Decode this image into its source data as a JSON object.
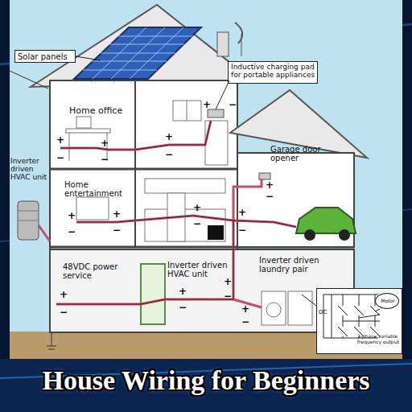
{
  "diagram": {
    "title": "House Wiring for Beginners",
    "nodes": [
      {
        "text": [
          "Solar panels"
        ]
      },
      {
        "text": [
          "Inductive charging pad for portable appliances"
        ]
      },
      {
        "text": [
          "DC",
          "3-phase variable frequency output"
        ]
      },
      {
        "text": [
          "Motor"
        ],
        "in": 2
      }
    ],
    "labels": [
      "Home office",
      "Home entertainment",
      "Garage door opener",
      "Inverter driven HVAC unit",
      "48VDC power service",
      "Inverter driven HVAC unit",
      "Inverter driven laundry pair",
      "+",
      "−",
      "+",
      "−",
      "+",
      "−",
      "+",
      "−",
      "+",
      "−",
      "+",
      "−",
      "+",
      "−",
      "+",
      "−",
      "+",
      "−",
      "+",
      "−",
      "+",
      "−",
      "+",
      "−",
      "+",
      "−"
    ]
  }
}
